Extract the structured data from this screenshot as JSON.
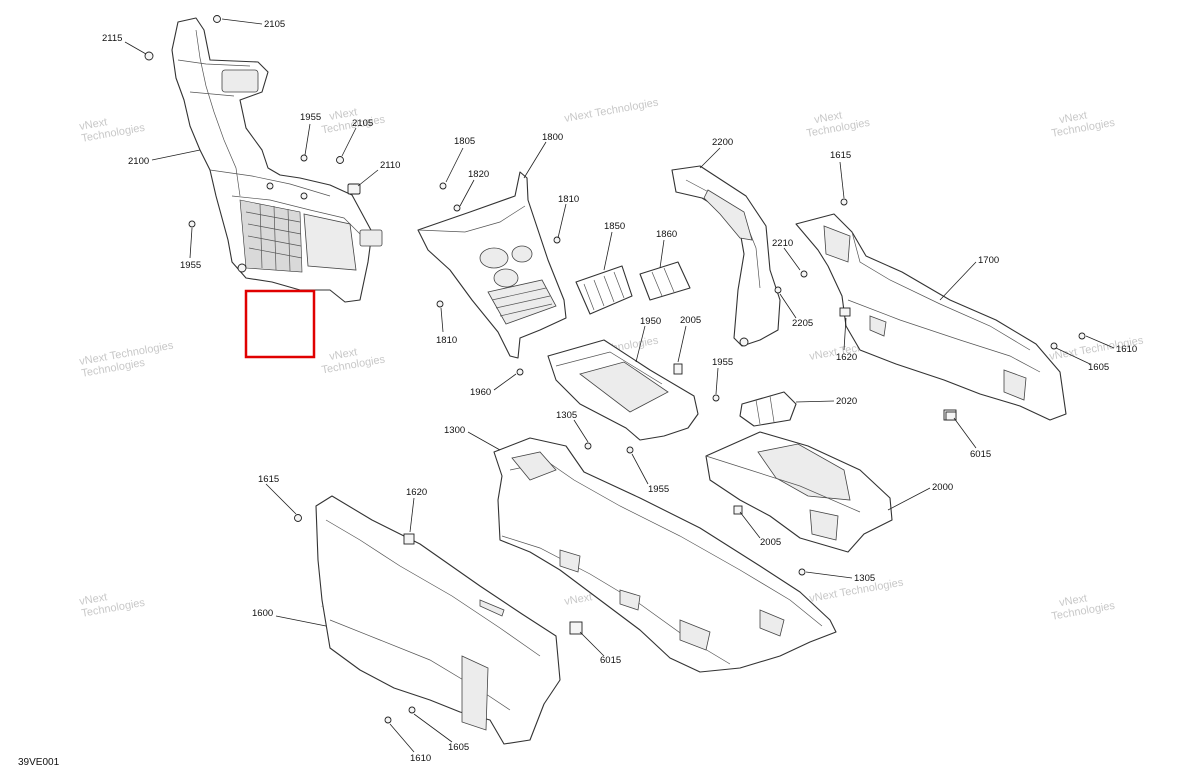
{
  "drawing_id": "39VE001",
  "watermark_text": "vNext Technologies",
  "watermark_lines": [
    "vNext",
    "Technologies"
  ],
  "highlight_color": "#e00000",
  "callouts": [
    {
      "id": "c2105a",
      "label": "2105"
    },
    {
      "id": "c2115",
      "label": "2115"
    },
    {
      "id": "c2100",
      "label": "2100"
    },
    {
      "id": "c1955a",
      "label": "1955"
    },
    {
      "id": "c2105b",
      "label": "2105"
    },
    {
      "id": "c2110",
      "label": "2110"
    },
    {
      "id": "c1955b",
      "label": "1955"
    },
    {
      "id": "c1805",
      "label": "1805"
    },
    {
      "id": "c1800",
      "label": "1800"
    },
    {
      "id": "c1820",
      "label": "1820"
    },
    {
      "id": "c1810a",
      "label": "1810"
    },
    {
      "id": "c1810b",
      "label": "1810"
    },
    {
      "id": "c1850",
      "label": "1850"
    },
    {
      "id": "c1860",
      "label": "1860"
    },
    {
      "id": "c2200",
      "label": "2200"
    },
    {
      "id": "c2210",
      "label": "2210"
    },
    {
      "id": "c2205a",
      "label": "2205"
    },
    {
      "id": "c1615a",
      "label": "1615"
    },
    {
      "id": "c1700",
      "label": "1700"
    },
    {
      "id": "c1610a",
      "label": "1610"
    },
    {
      "id": "c1605a",
      "label": "1605"
    },
    {
      "id": "c1620a",
      "label": "1620"
    },
    {
      "id": "c1950",
      "label": "1950"
    },
    {
      "id": "c2205b",
      "label": "2005"
    },
    {
      "id": "c1960",
      "label": "1960"
    },
    {
      "id": "c1955c",
      "label": "1955"
    },
    {
      "id": "c2020",
      "label": "2020"
    },
    {
      "id": "c6015a",
      "label": "6015"
    },
    {
      "id": "c1305a",
      "label": "1305"
    },
    {
      "id": "c1300",
      "label": "1300"
    },
    {
      "id": "c1955d",
      "label": "1955"
    },
    {
      "id": "c2000",
      "label": "2000"
    },
    {
      "id": "c2005",
      "label": "2005"
    },
    {
      "id": "c1615b",
      "label": "1615"
    },
    {
      "id": "c1620b",
      "label": "1620"
    },
    {
      "id": "c1600",
      "label": "1600"
    },
    {
      "id": "c6015b",
      "label": "6015"
    },
    {
      "id": "c1305b",
      "label": "1305"
    },
    {
      "id": "c1610b",
      "label": "1610"
    },
    {
      "id": "c1605b",
      "label": "1605"
    }
  ]
}
